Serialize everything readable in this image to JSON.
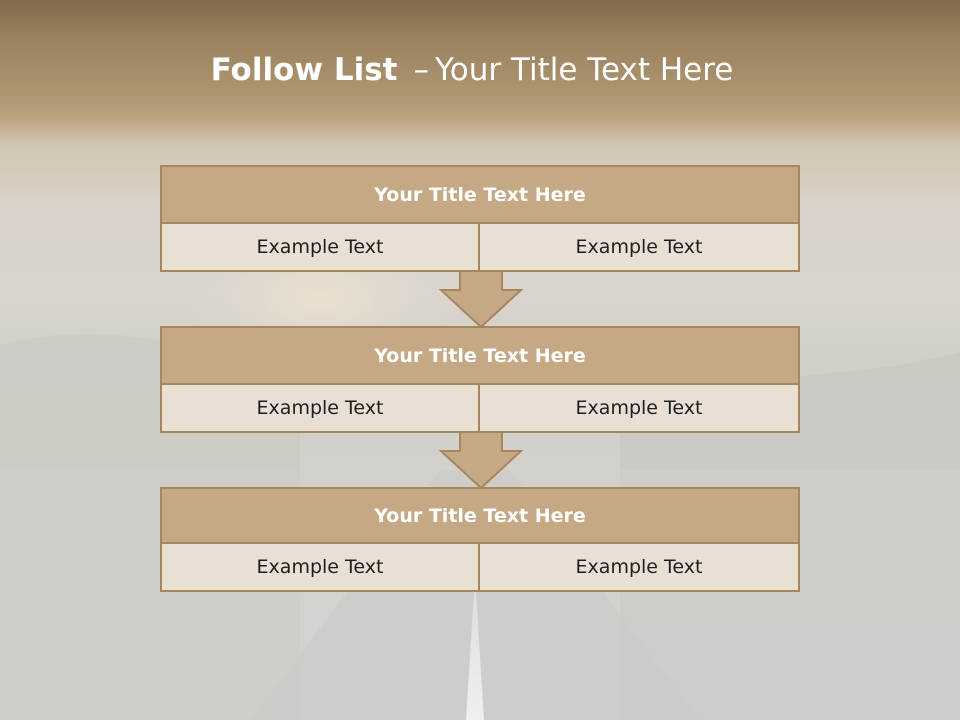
{
  "slide": {
    "title_bold": "Follow List",
    "title_separator": "–",
    "title_rest": "Your Title Text Here"
  },
  "steps": [
    {
      "title": "Your Title Text Here",
      "left": "Example Text",
      "right": "Example Text"
    },
    {
      "title": "Your Title Text Here",
      "left": "Example Text",
      "right": "Example Text"
    },
    {
      "title": "Your Title Text Here",
      "left": "Example Text",
      "right": "Example Text"
    }
  ],
  "colors": {
    "header_fill": "#c4a984",
    "border": "#a7865d",
    "cell_fill": "#e8e0d5",
    "title_text": "#ffffff"
  }
}
